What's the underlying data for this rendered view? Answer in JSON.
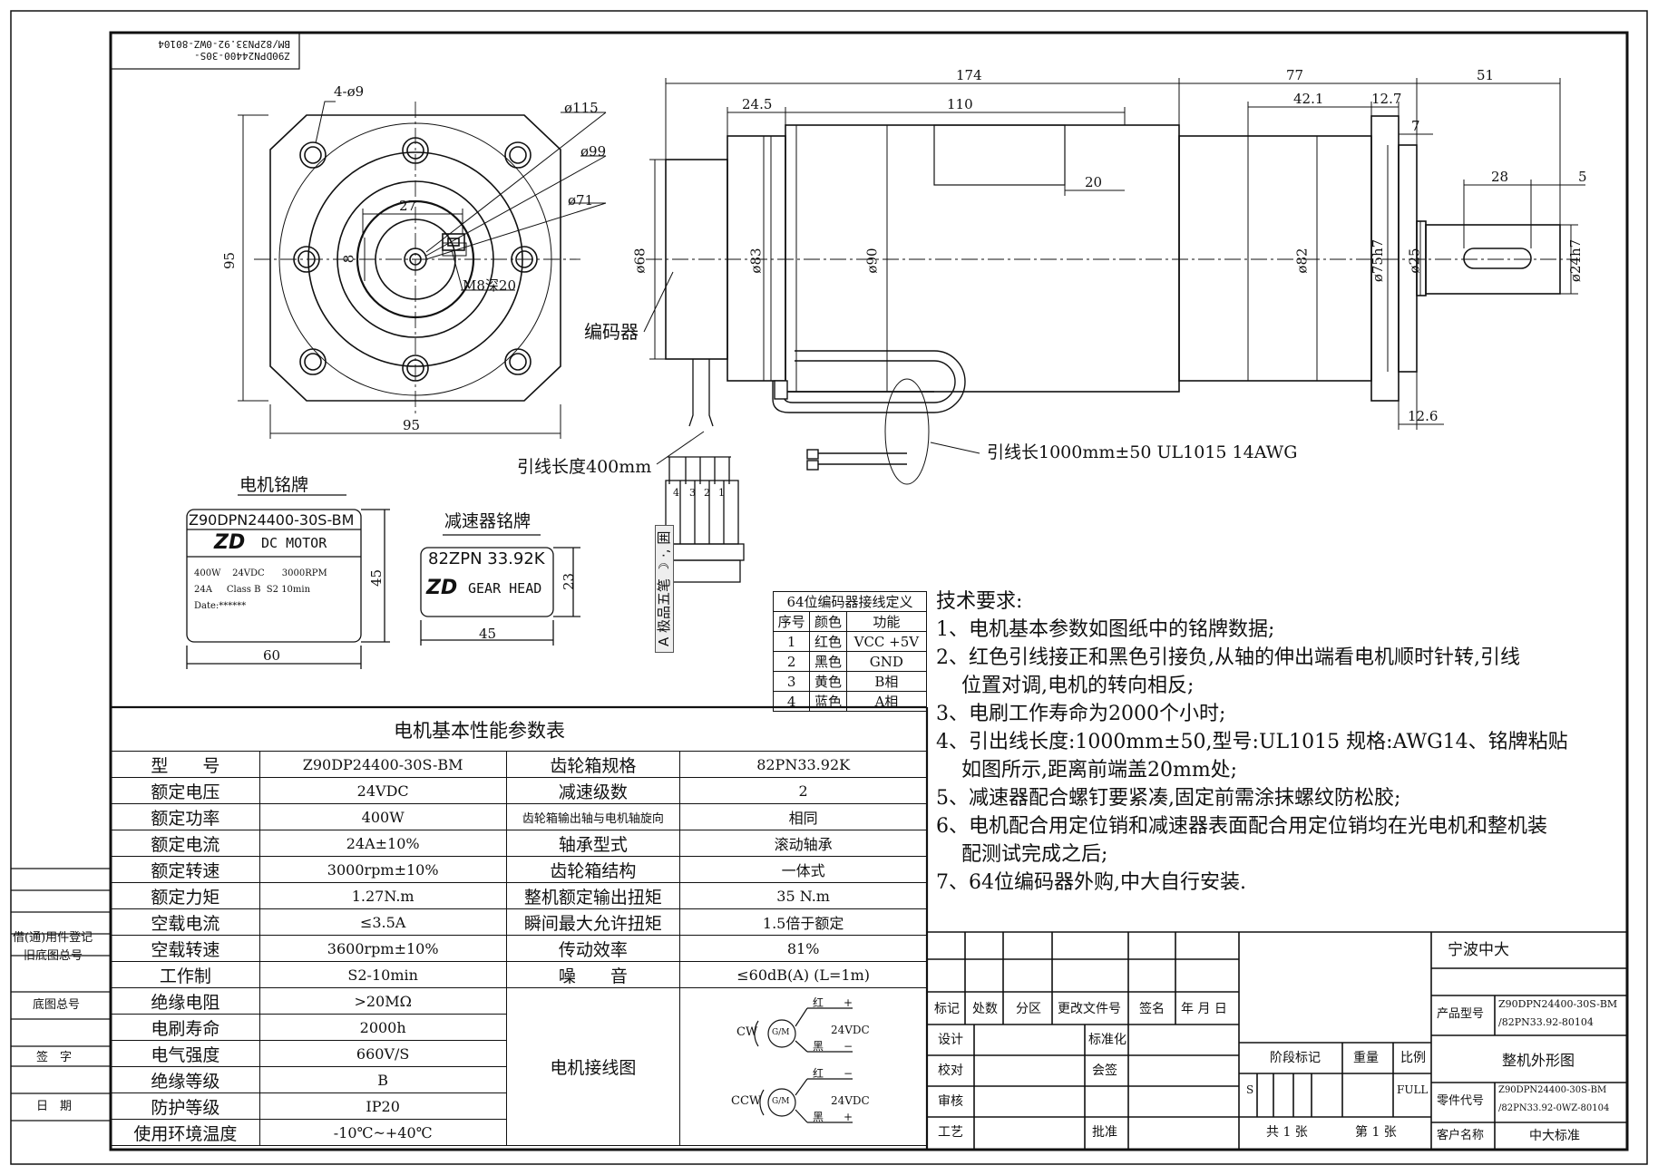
{
  "drawing_code": "Z90DPN24400-30S-BM/82PN33.92-0WZ-80104",
  "front_view": {
    "holes": "4-ø9",
    "d1": "ø115",
    "d2": "ø99",
    "d3": "ø71",
    "key_width": "27",
    "key_depth": "8",
    "thread": "M8深20",
    "height": "95",
    "width": "95"
  },
  "side_view": {
    "overall": "174",
    "gear_len": "77",
    "shaft_len": "51",
    "enc_len": "24.5",
    "motor_len": "110",
    "gear_front": "42.1",
    "flange_t": "12.7",
    "step": "7",
    "key_len": "28",
    "key_end": "5",
    "nameplate_pos": "20",
    "flange_gap": "12.6",
    "d_enc": "ø68",
    "d_motor1": "ø83",
    "d_motor2": "ø90",
    "d_gear": "ø82",
    "d_spigot": "ø75h7",
    "d_boss": "ø25",
    "d_shaft": "ø24h7"
  },
  "labels": {
    "encoder": "编码器",
    "lead400": "引线长度400mm",
    "lead1000": "引线长1000mm±50 UL1015 14AWG",
    "connector_pins": [
      "4",
      "3",
      "2",
      "1"
    ]
  },
  "motor_plate": {
    "caption": "电机铭牌",
    "model": "Z90DPN24400-30S-BM",
    "logo": "ZD",
    "type": "DC MOTOR",
    "spec1": "400W    24VDC      3000RPM",
    "spec2": "24A     Class B  S2 10min",
    "spec3": "Date:******",
    "w": "60",
    "h": "45"
  },
  "gear_plate": {
    "caption": "减速器铭牌",
    "model": "82ZPN 33.92K",
    "logo": "ZD",
    "type": "GEAR HEAD",
    "w": "45",
    "h": "23"
  },
  "encoder_table": {
    "title": "64位编码器接线定义",
    "headers": [
      "序号",
      "颜色",
      "功能"
    ],
    "rows": [
      [
        "1",
        "红色",
        "VCC +5V"
      ],
      [
        "2",
        "黑色",
        "GND"
      ],
      [
        "3",
        "黄色",
        "B相"
      ],
      [
        "4",
        "蓝色",
        "A相"
      ]
    ]
  },
  "watermark": "A 极品五笔 ☽ ·, 囲",
  "tech": {
    "title": "技术要求:",
    "items": [
      "1、电机基本参数如图纸中的铭牌数据;",
      "2、红色引线接正和黑色引接负,从轴的伸出端看电机顺时针转,引线",
      "    位置对调,电机的转向相反;",
      "3、电刷工作寿命为2000个小时;",
      "4、引出线长度:1000mm±50,型号:UL1015 规格:AWG14、铭牌粘贴",
      "    如图所示,距离前端盖20mm处;",
      "5、减速器配合螺钉要紧凑,固定前需涂抹螺纹防松胶;",
      "6、电机配合用定位销和减速器表面配合用定位销均在光电机和整机装",
      "    配测试完成之后;",
      "7、64位编码器外购,中大自行安装."
    ]
  },
  "param_table": {
    "title": "电机基本性能参数表",
    "rows": [
      [
        "型　　号",
        "Z90DP24400-30S-BM",
        "齿轮箱规格",
        "82PN33.92K"
      ],
      [
        "额定电压",
        "24VDC",
        "减速级数",
        "2"
      ],
      [
        "额定功率",
        "400W",
        "齿轮箱输出轴与电机轴旋向",
        "相同"
      ],
      [
        "额定电流",
        "24A±10%",
        "轴承型式",
        "滚动轴承"
      ],
      [
        "额定转速",
        "3000rpm±10%",
        "齿轮箱结构",
        "一体式"
      ],
      [
        "额定力矩",
        "1.27N.m",
        "整机额定输出扭矩",
        "35 N.m"
      ],
      [
        "空载电流",
        "≤3.5A",
        "瞬间最大允许扭矩",
        "1.5倍于额定"
      ],
      [
        "空载转速",
        "3600rpm±10%",
        "传动效率",
        "81%"
      ],
      [
        "工作制",
        "S2-10min",
        "噪　　音",
        "≤60dB(A) (L=1m)"
      ],
      [
        "绝缘电阻",
        ">20MΩ",
        "",
        ""
      ],
      [
        "电刷寿命",
        "2000h",
        "",
        ""
      ],
      [
        "电气强度",
        "660V/S",
        "",
        ""
      ],
      [
        "绝缘等级",
        "B",
        "",
        ""
      ],
      [
        "防护等级",
        "IP20",
        "",
        ""
      ],
      [
        "使用环境温度",
        "-10℃~+40℃",
        "",
        ""
      ]
    ],
    "wiring_label": "电机接线图",
    "cw": "CW",
    "ccw": "CCW",
    "gm": "G/M",
    "red": "红",
    "black": "黑",
    "voltage": "24VDC",
    "plus": "+",
    "minus": "−"
  },
  "left_margin": [
    "借(通)用件登记",
    "旧底图总号",
    "底图总号",
    "签　字",
    "日　期"
  ],
  "title_block": {
    "rev_headers": [
      "标记",
      "处数",
      "分区",
      "更改文件号",
      "签名",
      "年 月 日"
    ],
    "roles": [
      "设计",
      "校对",
      "审核",
      "工艺"
    ],
    "std": "标准化",
    "sign": "会签",
    "approve": "批准",
    "stage": "阶段标记",
    "weight": "重量",
    "scale": "比例",
    "s": "S",
    "full": "FULL",
    "sheets": "共 1 张",
    "sheet_no": "第 1 张",
    "company": "宁波中大",
    "product_label": "产品型号",
    "product_1": "Z90DPN24400-30S-BM",
    "product_2": "/82PN33.92-80104",
    "drawing_name": "整机外形图",
    "part_label": "零件代号",
    "part_1": "Z90DPN24400-30S-BM",
    "part_2": "/82PN33.92-0WZ-80104",
    "customer_label": "客户名称",
    "customer": "中大标准"
  }
}
